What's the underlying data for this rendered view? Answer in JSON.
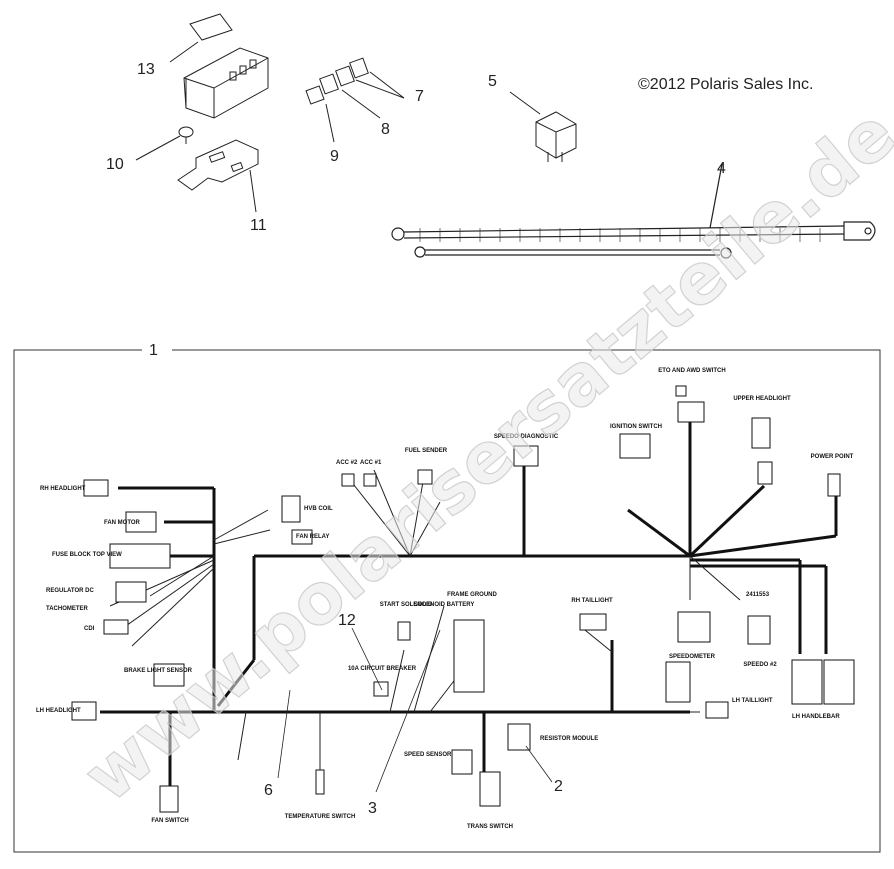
{
  "copyright": "©2012 Polaris Sales Inc.",
  "watermark": "www.polarisersatzteile.de",
  "callouts": [
    "1",
    "2",
    "3",
    "4",
    "5",
    "6",
    "7",
    "8",
    "9",
    "10",
    "11",
    "12",
    "13"
  ],
  "components": {
    "rh_headlight": "RH HEADLIGHT",
    "lh_headlight": "LH HEADLIGHT",
    "fan_motor": "FAN MOTOR",
    "fuse_block": "FUSE BLOCK TOP VIEW",
    "regulator": "REGULATOR DC",
    "tachometer": "TACHOMETER",
    "cdi": "CDI",
    "brake_light": "BRAKE LIGHT SENSOR",
    "fan_switch": "FAN SWITCH",
    "hvb_coil": "HVB COIL",
    "fan_relay": "FAN RELAY",
    "acc2": "ACC #2",
    "acc1": "ACC #1",
    "fuel_sender": "FUEL SENDER",
    "speedo_diag": "SPEEDO DIAGNOSTIC",
    "ignition": "IGNITION SWITCH",
    "eto": "ETO AND AWD SWITCH",
    "upper_headlight": "UPPER HEADLIGHT",
    "power_point": "POWER POINT",
    "start_solenoid": "START SOLENOID",
    "solenoid_battery": "SOLENOID BATTERY",
    "frame_ground": "FRAME GROUND",
    "rh_taillight": "RH TAILLIGHT",
    "speedometer": "SPEEDOMETER",
    "speedo2": "SPEEDO #2",
    "circuit_breaker": "10A CIRCUIT BREAKER",
    "resistor_module": "RESISTOR MODULE",
    "speed_sensor": "SPEED SENSOR",
    "trans_switch": "TRANS SWITCH",
    "temperature_switch": "TEMPERATURE SWITCH",
    "lh_taillight": "LH TAILLIGHT",
    "lh_handlebar": "LH HANDLEBAR",
    "part_ref": "2411553"
  }
}
